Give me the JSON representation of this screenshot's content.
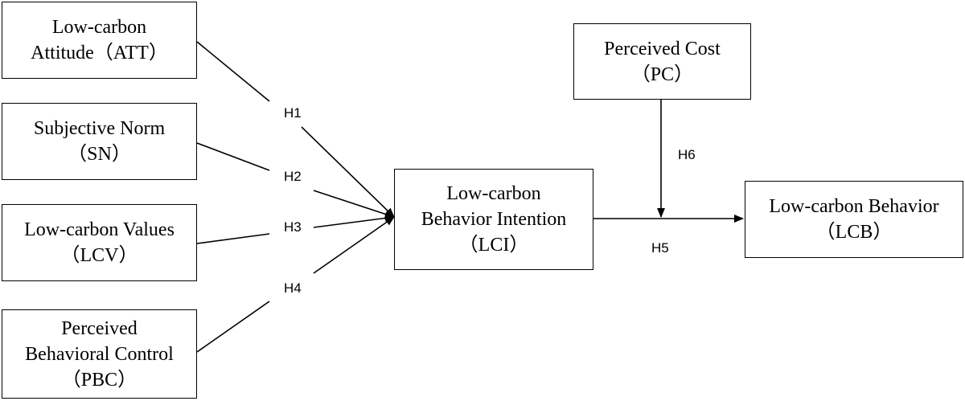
{
  "nodes": {
    "att": {
      "lines": [
        "Low-carbon",
        "Attitude（ATT）"
      ]
    },
    "sn": {
      "lines": [
        "Subjective Norm",
        "（SN）"
      ]
    },
    "lcv": {
      "lines": [
        "Low-carbon Values",
        "（LCV）"
      ]
    },
    "pbc": {
      "lines": [
        "Perceived",
        "Behavioral Control",
        "（PBC）"
      ]
    },
    "lci": {
      "lines": [
        "Low-carbon",
        "Behavior Intention",
        "（LCI）"
      ]
    },
    "pc": {
      "lines": [
        "Perceived Cost",
        "（PC）"
      ]
    },
    "lcb": {
      "lines": [
        "Low-carbon Behavior",
        "（LCB）"
      ]
    }
  },
  "hypotheses": {
    "h1": "H1",
    "h2": "H2",
    "h3": "H3",
    "h4": "H4",
    "h5": "H5",
    "h6": "H6"
  },
  "colors": {
    "line": "#000000",
    "box_border": "#000000"
  }
}
